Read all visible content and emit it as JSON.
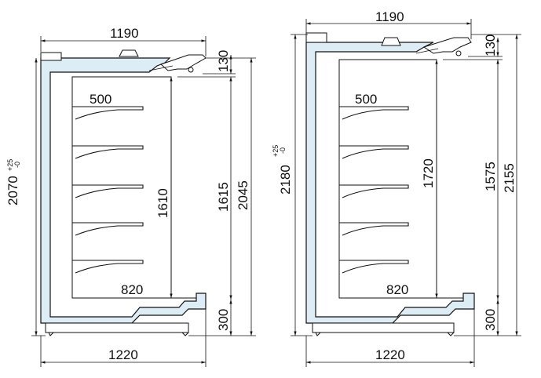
{
  "left_unit": {
    "top_width": "1190",
    "total_height": "2070",
    "tolerance_plus": "+25",
    "tolerance_minus": "-0",
    "shelf_depth": "500",
    "base_depth": "820",
    "shelf_height": "1610",
    "inner_height": "1615",
    "overall_height": "2045",
    "canopy_height": "130",
    "base_height": "300",
    "bottom_width": "1220"
  },
  "right_unit": {
    "top_width": "1190",
    "total_height": "2180",
    "tolerance_plus": "+25",
    "tolerance_minus": "-0",
    "shelf_depth": "500",
    "base_depth": "820",
    "shelf_height": "1720",
    "inner_height": "1575",
    "overall_height": "2155",
    "canopy_height": "130",
    "base_height": "300",
    "bottom_width": "1220"
  },
  "colors": {
    "cabinet_fill": "#dcedf5",
    "line": "#111111"
  }
}
